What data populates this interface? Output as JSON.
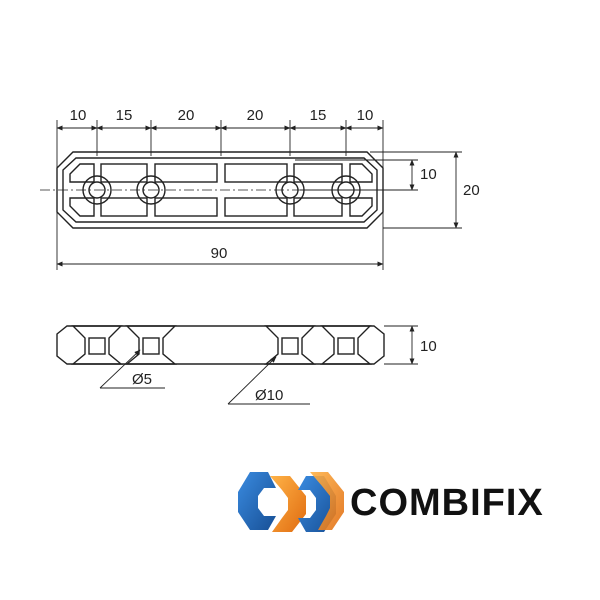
{
  "top_view": {
    "segment_dims": [
      "10",
      "15",
      "20",
      "20",
      "15",
      "10"
    ],
    "overall_length": "90",
    "inner_height": "10",
    "overall_height": "20"
  },
  "side_view": {
    "thickness": "10",
    "small_hole": "Ø5",
    "large_hole": "Ø10"
  },
  "brand": {
    "name": "COMBIFIX",
    "colors": {
      "blue": "#1f6fc4",
      "orange": "#f28c1e",
      "dark": "#111111"
    }
  }
}
